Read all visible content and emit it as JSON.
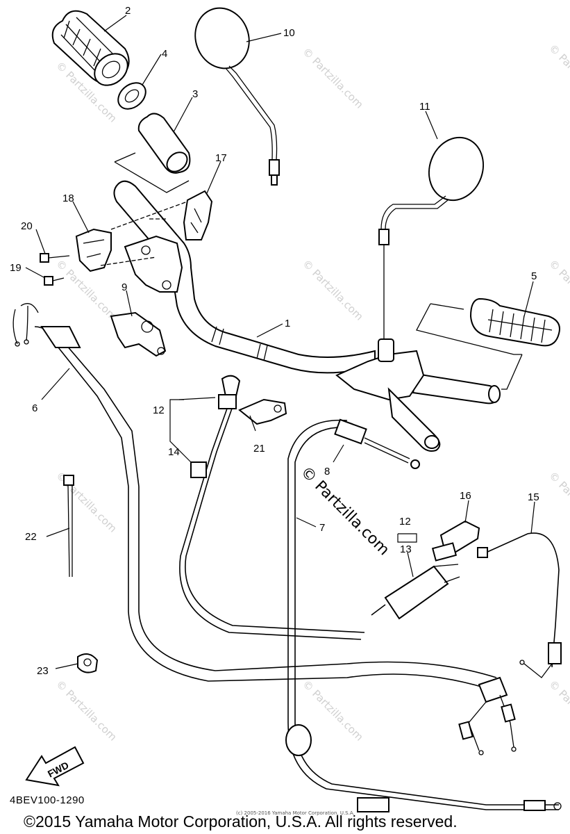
{
  "diagram": {
    "part_callouts": [
      "1",
      "2",
      "3",
      "4",
      "5",
      "6",
      "7",
      "8",
      "9",
      "10",
      "11",
      "12",
      "12",
      "13",
      "14",
      "15",
      "16",
      "17",
      "18",
      "19",
      "20",
      "21",
      "22",
      "23"
    ],
    "watermark_small": "© Partzilla.com",
    "watermark_main": "© Partzilla.com",
    "fwd_label": "FWD",
    "drawing_code": "4BEV100-1290",
    "small_copyright": "(c) 2005-2016 Yamaha Motor Corporation, U.S.A.",
    "copyright": "©2015 Yamaha Motor Corporation, U.S.A. All rights reserved."
  }
}
